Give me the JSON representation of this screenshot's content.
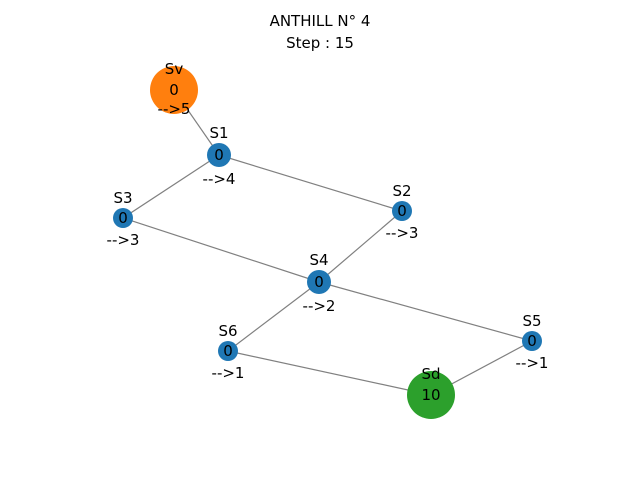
{
  "header": {
    "title": "ANTHILL N° 4",
    "step": "Step : 15"
  },
  "colors": {
    "edge": "#808080",
    "default_node": "#1f77b4",
    "source_node": "#ff7f0e",
    "destination_node": "#2ca02c",
    "text": "#000000"
  },
  "graph": {
    "nodes": [
      {
        "id": "Sv",
        "name": "Sv",
        "count": "0",
        "next": "-->5",
        "role": "source"
      },
      {
        "id": "S1",
        "name": "S1",
        "count": "0",
        "next": "-->4",
        "role": "normal"
      },
      {
        "id": "S2",
        "name": "S2",
        "count": "0",
        "next": "-->3",
        "role": "normal"
      },
      {
        "id": "S3",
        "name": "S3",
        "count": "0",
        "next": "-->3",
        "role": "normal"
      },
      {
        "id": "S4",
        "name": "S4",
        "count": "0",
        "next": "-->2",
        "role": "normal"
      },
      {
        "id": "S5",
        "name": "S5",
        "count": "0",
        "next": "-->1",
        "role": "normal"
      },
      {
        "id": "S6",
        "name": "S6",
        "count": "0",
        "next": "-->1",
        "role": "normal"
      },
      {
        "id": "Sd",
        "name": "Sd",
        "count": "10",
        "next": "",
        "role": "destination"
      }
    ],
    "edges": [
      [
        "Sv",
        "S1"
      ],
      [
        "S1",
        "S2"
      ],
      [
        "S1",
        "S3"
      ],
      [
        "S2",
        "S4"
      ],
      [
        "S3",
        "S4"
      ],
      [
        "S4",
        "S5"
      ],
      [
        "S4",
        "S6"
      ],
      [
        "S5",
        "Sd"
      ],
      [
        "S6",
        "Sd"
      ]
    ]
  }
}
